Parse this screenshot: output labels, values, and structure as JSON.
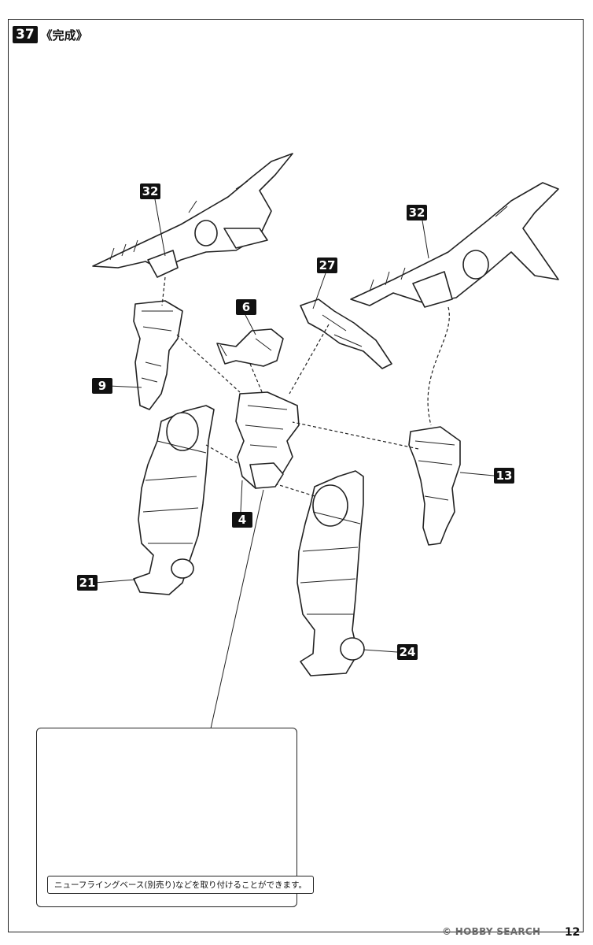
{
  "step": {
    "number": "37",
    "title": "《完成》"
  },
  "labels": {
    "p32a": "32",
    "p32b": "32",
    "p27": "27",
    "p6": "6",
    "p9": "9",
    "p13": "13",
    "p4": "4",
    "p21": "21",
    "p24": "24"
  },
  "note": "ニューフライングベース(別売り)などを取り付けることができます。",
  "watermark": "© HOBBY SEARCH",
  "page_number": "12"
}
